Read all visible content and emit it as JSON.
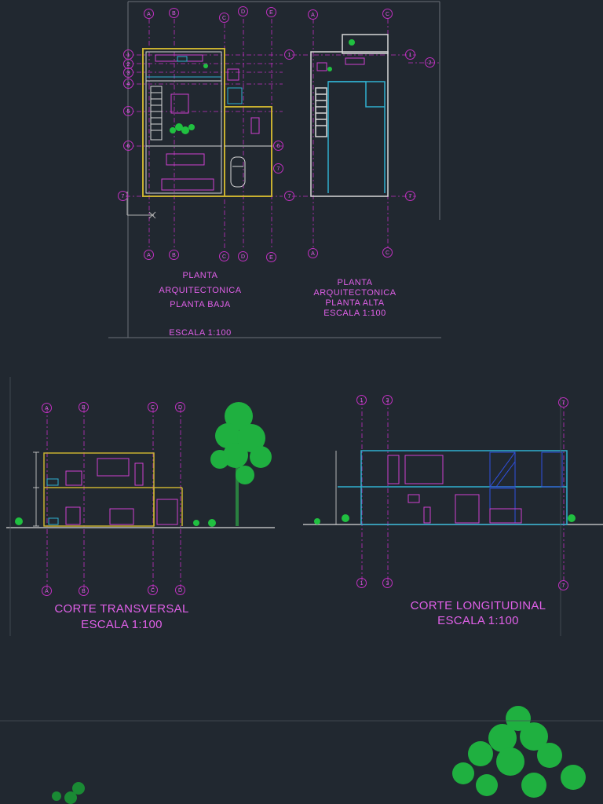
{
  "drawings": {
    "planta_baja": {
      "line1": "PLANTA",
      "line2": "ARQUITECTONICA",
      "line3": "PLANTA BAJA",
      "scale": "ESCALA 1:100",
      "axes": [
        "A",
        "B",
        "C",
        "D",
        "E"
      ],
      "rows": [
        "1",
        "2",
        "3",
        "4",
        "5",
        "6",
        "7"
      ]
    },
    "planta_alta": {
      "line1": "PLANTA",
      "line2": "ARQUITECTONICA",
      "line3": "PLANTA ALTA",
      "scale": "ESCALA 1:100",
      "axes": [
        "A",
        "C"
      ]
    },
    "corte_transversal": {
      "title": "CORTE TRANSVERSAL",
      "scale": "ESCALA 1:100",
      "axes": [
        "A",
        "B",
        "C",
        "D"
      ]
    },
    "corte_longitudinal": {
      "title": "CORTE LONGITUDINAL",
      "scale": "ESCALA 1:100",
      "axes": [
        "1",
        "3",
        "7"
      ]
    }
  },
  "colors": {
    "background": "#212830",
    "axis_magenta": "#c030c0",
    "wall_yellow": "#c8b030",
    "wall_white": "#d8d8d8",
    "tree_green": "#20c040",
    "cyan": "#30b0d0",
    "blue": "#3050e0"
  },
  "icons": [
    "ucs-axis-icon",
    "tree-icon",
    "grid-bubble-icon"
  ]
}
